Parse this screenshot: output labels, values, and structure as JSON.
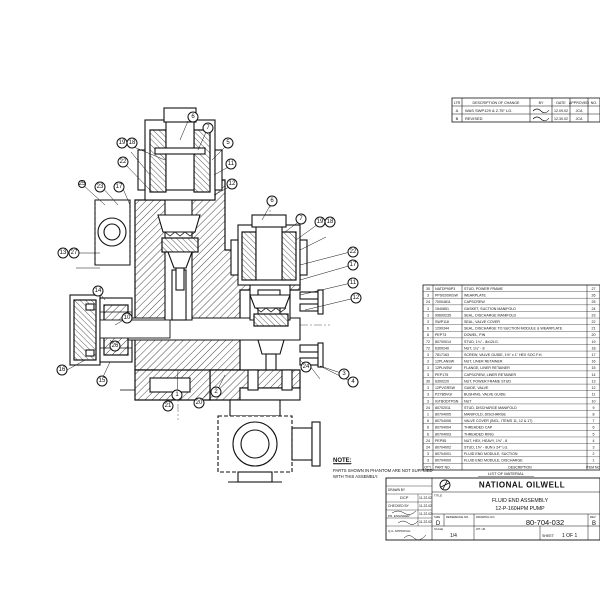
{
  "revisions": {
    "headers": [
      "LTR",
      "DESCRIPTION OF CHANGE",
      "BY",
      "DATE",
      "APPROVED",
      "NO."
    ],
    "rows": [
      [
        "A",
        "WAS SWP129 & 2.75\" LG.",
        "12.09.02",
        "JCA"
      ],
      [
        "B",
        "REVISED",
        "12.30.02",
        "JCA"
      ]
    ]
  },
  "callouts": {
    "top_left": [
      "6",
      "7",
      "19",
      "18",
      "22",
      "5",
      "11",
      "12"
    ],
    "left": [
      "23",
      "17",
      "25",
      "13",
      "27",
      "14",
      "10",
      "26",
      "16",
      "15"
    ],
    "right_upper": [
      "6",
      "7",
      "19",
      "18",
      "22",
      "17",
      "11",
      "12"
    ],
    "right_lower": [
      "24",
      "3",
      "4"
    ],
    "bottom": [
      "1",
      "21",
      "20",
      "2"
    ]
  },
  "note": {
    "heading": "NOTE:",
    "text": "PARTS SHOWN IN PHANTOM ARE NOT SUPPLIED WITH THIS ASSEMBLY."
  },
  "parts": [
    [
      "30",
      "NATDP90P3",
      "STUD, POWER FRAME",
      "27"
    ],
    [
      "3",
      "PPS02090SW",
      "WEARPLATE",
      "26"
    ],
    [
      "24",
      "70004811",
      "CAPSCREW",
      "25"
    ],
    [
      "3",
      "1540851",
      "GASKET, SUCTION MANIFOLD",
      "24"
    ],
    [
      "3",
      "99609235",
      "SEAL, DISCHARGE MANIFOLD",
      "23"
    ],
    [
      "3",
      "SWP118",
      "SEAL, VALVE COVER",
      "22"
    ],
    [
      "6",
      "1290344",
      "SEAL, DISCHARGE TO SUCTION MODULE & WEARPLATE",
      "21"
    ],
    [
      "6",
      "PEP73",
      "DOWEL, PIN",
      "20"
    ],
    [
      "72",
      "80700014",
      "STUD, 1¼\" - 8x12LG.",
      "19"
    ],
    [
      "72",
      "6300240",
      "NUT, 1¼\" - 8",
      "18"
    ],
    [
      "3",
      "7817163",
      "SCREW, VALVE GUIDE, 1½\" x 1\" HEX SOC.F.H.",
      "17"
    ],
    [
      "3",
      "12PLANSW",
      "NUT, LINER RETAINER",
      "16"
    ],
    [
      "3",
      "12PLNSW",
      "FLANGE, LINER RETAINER",
      "15"
    ],
    [
      "3",
      "PEP175",
      "CAPSCREW, LINER RETAINER",
      "14"
    ],
    [
      "30",
      "6300220",
      "NUT, POWER FRAME STUD",
      "13"
    ],
    [
      "3",
      "12PVGRSW",
      "GUIDE, VALVE",
      "12"
    ],
    [
      "3",
      "PZ7B5VGI",
      "BUSHING, VALVE GUIDE",
      "11"
    ],
    [
      "3",
      "IGTBODTPSN",
      "NUT",
      "10"
    ],
    [
      "24",
      "80702011",
      "STUD, DISCHARGE MANIFOLD",
      "9"
    ],
    [
      "1",
      "80704005",
      "MANIFOLD, DISCHARGE",
      "8"
    ],
    [
      "6",
      "80704006",
      "VALVE COVER (INCL. ITEMS 11, 12 & 17)",
      "7"
    ],
    [
      "6",
      "80704004",
      "THREADED CAP",
      "6"
    ],
    [
      "6",
      "80704003",
      "THREADED RING",
      "5"
    ],
    [
      "24",
      "PEP55",
      "NUT, HEX, HEAVY, 1⅝\" - 8",
      "4"
    ],
    [
      "24",
      "80704002",
      "STUD, 1⅝\" - 8UN x 24\" LG.",
      "3"
    ],
    [
      "3",
      "80704001",
      "FLUID END MODULE, SUCTION",
      "2"
    ],
    [
      "3",
      "80704000",
      "FLUID END MODULE, DISCHARGE",
      "1"
    ]
  ],
  "parts_footer": {
    "qty": "QTY.",
    "part_no": "PART NO.",
    "description": "DESCRIPTION",
    "item": "ITEM NO."
  },
  "list_title": "LIST OF MATERIAL",
  "company": "NATIONAL OILWELL",
  "title_block": {
    "drawn_label": "DRAWN BY",
    "drawn_by": "DCP",
    "drawn_date": "11.22.02",
    "checked_label": "CHECKED BY",
    "engineer_label": "PR. ENGINEER",
    "approved_label": "Q.A. APPROVAL",
    "date_1": "11.22.02",
    "date_2": "11.22.02",
    "date_3": "11.22.02",
    "title_label": "TITLE",
    "title_1": "FLUID END ASSEMBLY",
    "title_2": "12-P-160HPM PUMP",
    "size_label": "SIZE",
    "size": "D",
    "ref_label": "REFERENCE NO.",
    "dwg_label": "DRAWING NO.",
    "drawing_no": "80-704-032",
    "rev_label": "REV",
    "rev": "B",
    "scale_label": "SCALE",
    "scale": "1/4",
    "wt_label": "WT. LB.",
    "sheet_label": "SHEET",
    "sheet": "1 OF 1"
  }
}
